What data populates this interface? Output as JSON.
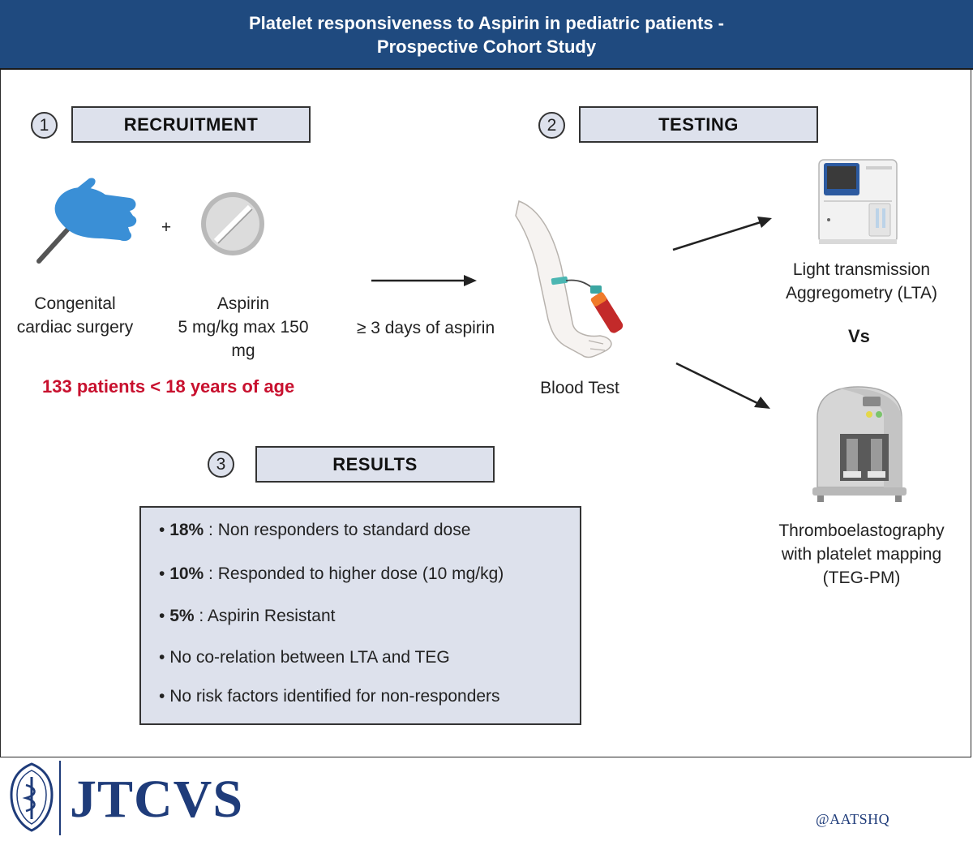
{
  "header": {
    "title_line1": "Platelet responsiveness to Aspirin in pediatric patients -",
    "title_line2": "Prospective Cohort Study"
  },
  "sections": {
    "recruitment": {
      "number": "1",
      "label": "RECRUITMENT"
    },
    "testing": {
      "number": "2",
      "label": "TESTING"
    },
    "results": {
      "number": "3",
      "label": "RESULTS"
    }
  },
  "recruitment": {
    "plus": "+",
    "surgery_line1": "Congenital",
    "surgery_line2": "cardiac surgery",
    "aspirin_line1": "Aspirin",
    "aspirin_line2": "5 mg/kg max 150",
    "aspirin_line3": "mg",
    "duration": "≥ 3 days of aspirin",
    "patients": "133 patients < 18 years of age"
  },
  "testing": {
    "blood_test": "Blood Test",
    "lta_line1": "Light transmission",
    "lta_line2": "Aggregometry (LTA)",
    "vs": "Vs",
    "teg_line1": "Thromboelastography",
    "teg_line2": "with platelet mapping",
    "teg_line3": "(TEG-PM)"
  },
  "results": {
    "items": [
      {
        "bold": "18%",
        "text": " : Non responders to standard dose"
      },
      {
        "bold": "10%",
        "text": " : Responded to higher dose (10 mg/kg)"
      },
      {
        "bold": "5%",
        "text": " : Aspirin Resistant"
      },
      {
        "bold": "",
        "text": "No co-relation between LTA and TEG"
      },
      {
        "bold": "",
        "text": "No risk factors identified for non-responders"
      }
    ]
  },
  "footer": {
    "brand": "JTCVS",
    "handle": "@AATSHQ"
  },
  "colors": {
    "header_bg": "#1f4a7f",
    "box_fill": "#dde1ec",
    "highlight_red": "#c8102e",
    "glove_blue": "#3a8fd6",
    "brand_blue": "#1f3c7a"
  },
  "icons": [
    "scalpel-hand-icon",
    "aspirin-tablet-icon",
    "arm-blood-draw-icon",
    "lta-analyzer-icon",
    "teg-analyzer-icon",
    "aats-seal-logo"
  ]
}
